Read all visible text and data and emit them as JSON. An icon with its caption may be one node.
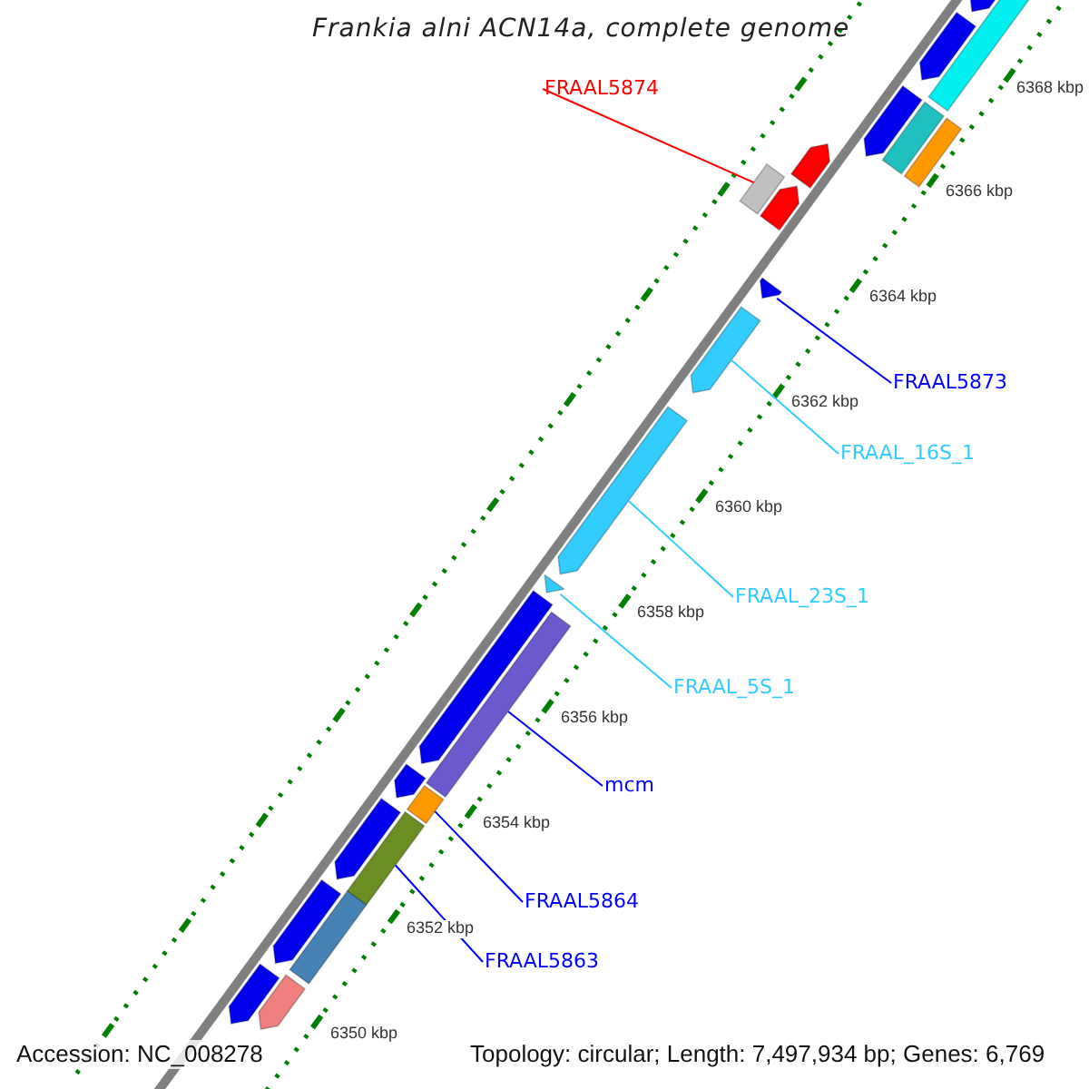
{
  "diagram": {
    "title": "Frankia alni ACN14a, complete genome",
    "nodes": [
      {
        "text": [
          "FRAAL5874"
        ]
      },
      {
        "text": [
          "FRAAL5873"
        ]
      },
      {
        "text": [
          "FRAAL_16S_1"
        ]
      },
      {
        "text": [
          "FRAAL_23S_1"
        ]
      },
      {
        "text": [
          "FRAAL_5S_1"
        ]
      },
      {
        "text": [
          "mcm"
        ]
      },
      {
        "text": [
          "FRAAL5864"
        ]
      },
      {
        "text": [
          "FRAAL5863"
        ]
      },
      {
        "text": [],
        "shape": "arrow"
      },
      {
        "text": [],
        "shape": "arrow"
      },
      {
        "text": [],
        "shape": "arrow"
      },
      {
        "text": [],
        "shape": "arrow"
      },
      {
        "text": [],
        "shape": "arrow"
      },
      {
        "text": [],
        "shape": "arrow"
      },
      {
        "text": [],
        "shape": "arrow"
      },
      {
        "text": [],
        "shape": "arrow"
      }
    ],
    "edges": [
      {
        "from": 0,
        "to": 8,
        "arrow": "none",
        "color": "#ff0000"
      },
      {
        "from": 1,
        "to": 9,
        "arrow": "none"
      },
      {
        "from": 2,
        "to": 10,
        "arrow": "none",
        "color": "#33ccff"
      },
      {
        "from": 3,
        "to": 11,
        "arrow": "none",
        "color": "#33ccff"
      },
      {
        "from": 4,
        "to": 12,
        "arrow": "none",
        "color": "#33ccff"
      },
      {
        "from": 5,
        "to": 13,
        "arrow": "none"
      },
      {
        "from": 6,
        "to": 14,
        "arrow": "none"
      },
      {
        "from": 7,
        "to": 15,
        "arrow": "none"
      }
    ],
    "labels": [
      "6368 kbp",
      "6366 kbp",
      "6364 kbp",
      "6362 kbp",
      "6360 kbp",
      "6358 kbp",
      "6356 kbp",
      "6354 kbp",
      "6352 kbp",
      "6350 kbp",
      "Accession: NC_008278",
      "Topology: circular; Length: 7,497,934 bp; Genes: 6,769"
    ]
  }
}
